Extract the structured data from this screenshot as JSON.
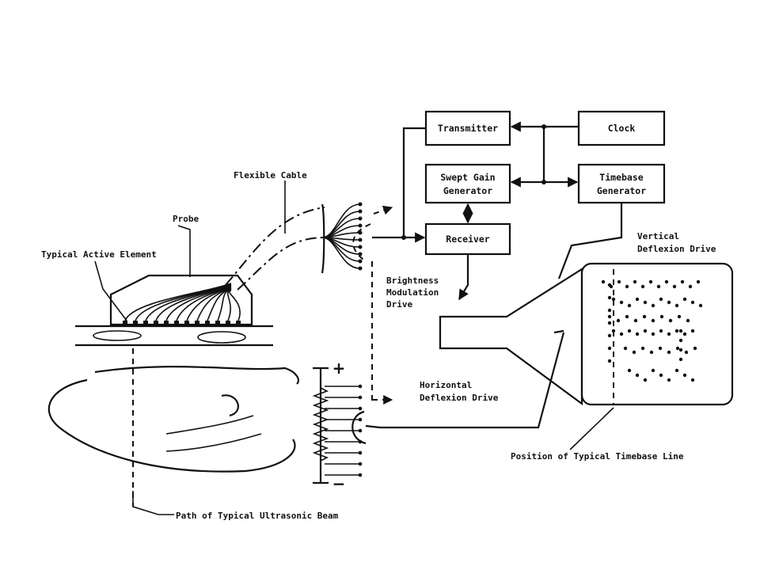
{
  "blocks": {
    "transmitter": "Transmitter",
    "clock": "Clock",
    "swept_gain_line1": "Swept Gain",
    "swept_gain_line2": "Generator",
    "timebase_line1": "Timebase",
    "timebase_line2": "Generator",
    "receiver": "Receiver"
  },
  "labels": {
    "flexible_cable": "Flexible Cable",
    "probe": "Probe",
    "typical_active_element": "Typical Active Element",
    "brightness_1": "Brightness",
    "brightness_2": "Modulation",
    "brightness_3": "Drive",
    "vertical_1": "Vertical",
    "vertical_2": "Deflexion Drive",
    "horizontal_1": "Horizontal",
    "horizontal_2": "Deflexion Drive",
    "timebase_position": "Position of Typical Timebase Line",
    "beam_path": "Path of Typical Ultrasonic Beam",
    "plus": "+",
    "minus": "−"
  }
}
